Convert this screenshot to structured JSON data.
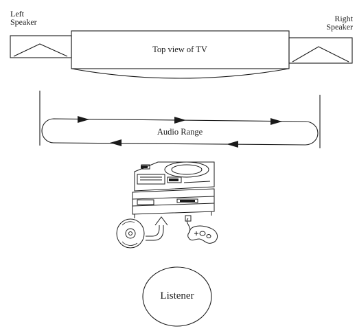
{
  "labels": {
    "left_speaker": [
      "Left",
      "Speaker"
    ],
    "right_speaker": [
      "Right",
      "Speaker"
    ],
    "tv": "Top view of TV",
    "audio_range": "Audio Range",
    "listener": "Listener"
  },
  "colors": {
    "stroke": "#1a1a1a",
    "background": "#ffffff"
  },
  "icons": {
    "console": "game-console-with-cd-drive-icon",
    "disc": "compact-disc-icon",
    "insert_arrow": "curved-arrow-up-icon",
    "controller": "gamepad-controller-icon"
  }
}
